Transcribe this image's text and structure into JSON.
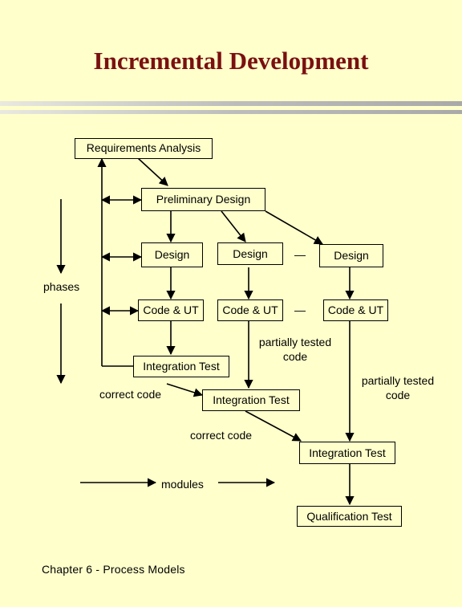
{
  "title": "Incremental Development",
  "boxes": {
    "requirements_analysis": "Requirements Analysis",
    "preliminary_design": "Preliminary Design",
    "design_1": "Design",
    "design_2": "Design",
    "design_3": "Design",
    "code_ut_1": "Code & UT",
    "code_ut_2": "Code & UT",
    "code_ut_3": "Code & UT",
    "integration_test_1": "Integration Test",
    "integration_test_2": "Integration Test",
    "integration_test_3": "Integration Test",
    "qualification_test": "Qualification Test"
  },
  "labels": {
    "phases": "phases",
    "modules": "modules",
    "partially_tested_1_line1": "partially tested",
    "partially_tested_1_line2": "code",
    "partially_tested_2_line1": "partially tested",
    "partially_tested_2_line2": "code",
    "correct_code_1": "correct code",
    "correct_code_2": "correct code",
    "dash_1": "—",
    "dash_2": "—"
  },
  "footer": "Chapter 6 - Process Models"
}
